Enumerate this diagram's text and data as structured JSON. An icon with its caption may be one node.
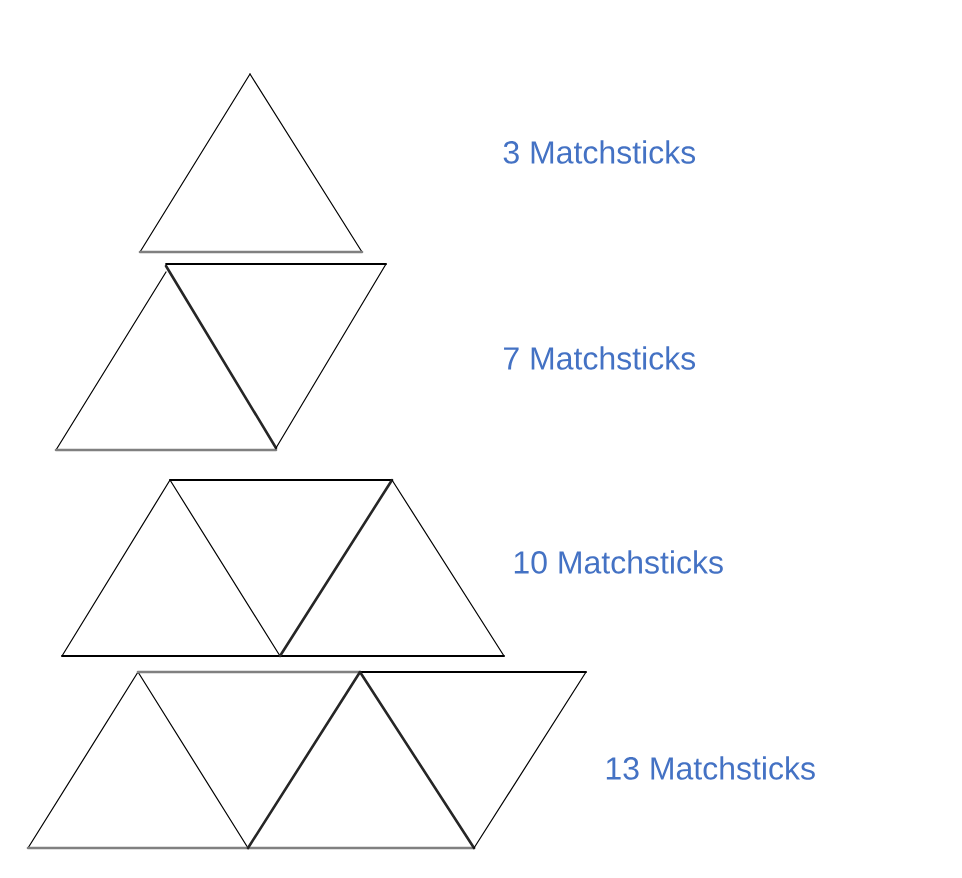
{
  "diagram": {
    "labels": [
      "3 Matchsticks",
      "7 Matchsticks",
      "10 Matchsticks",
      "13 Matchsticks"
    ]
  }
}
